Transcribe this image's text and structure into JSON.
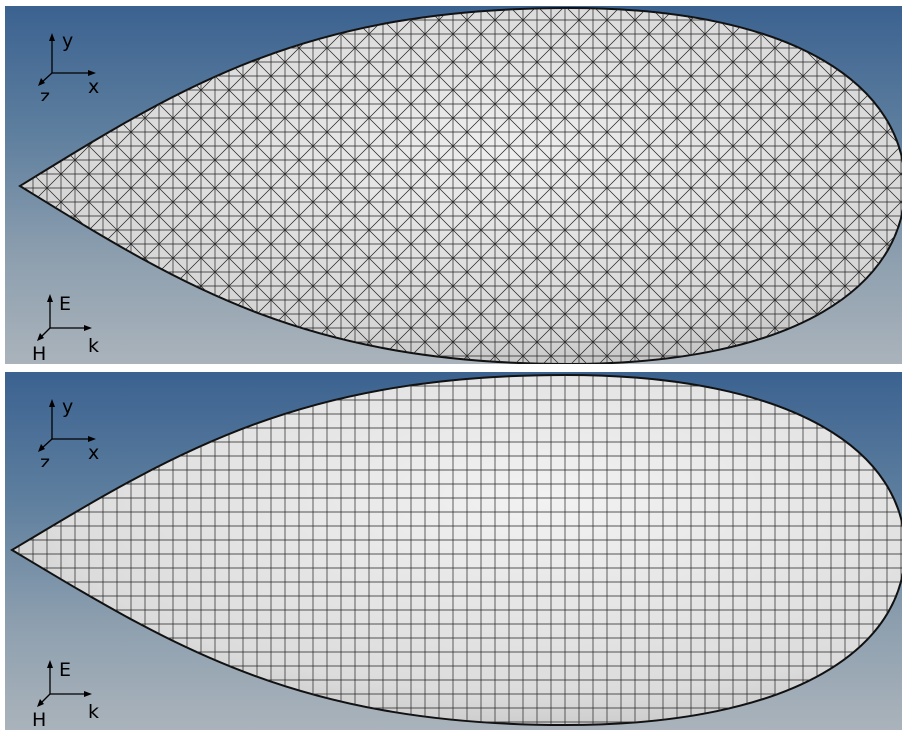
{
  "panels": [
    {
      "id": "triangle-mesh",
      "mesh_type": "triangle",
      "axes_top": {
        "up": "y",
        "right": "x",
        "out": "z"
      },
      "axes_bottom": {
        "up": "E",
        "right": "k",
        "out": "H"
      }
    },
    {
      "id": "quad-mesh",
      "mesh_type": "quadrilateral",
      "axes_top": {
        "up": "y",
        "right": "x",
        "out": "z"
      },
      "axes_bottom": {
        "up": "E",
        "right": "k",
        "out": "H"
      }
    }
  ],
  "colors": {
    "background_top": "#3b6290",
    "background_bottom": "#aab3bb",
    "surface": "#dadada",
    "mesh_lines": "#1a1a1a"
  }
}
